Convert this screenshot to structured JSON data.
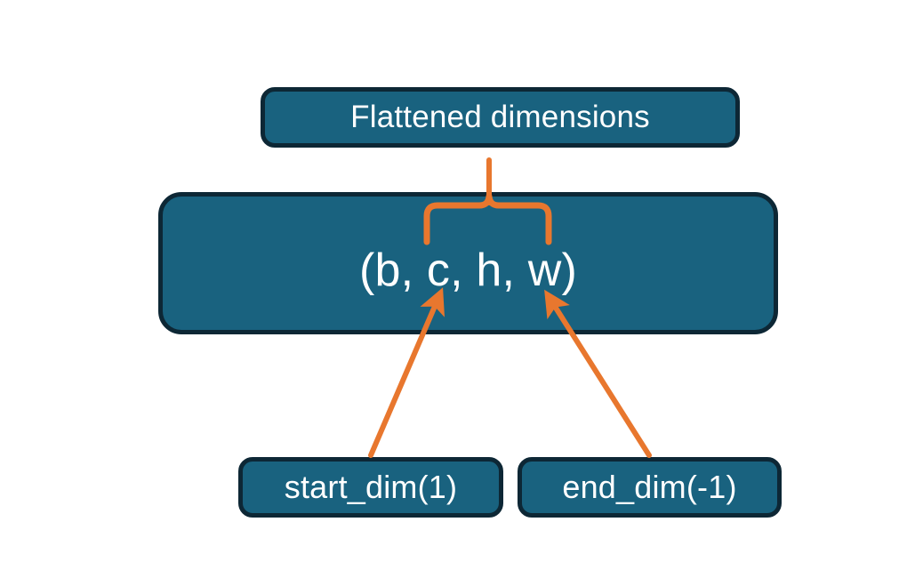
{
  "diagram": {
    "title_node": {
      "label": "Flattened dimensions"
    },
    "shape_node": {
      "label": "(b, c, h, w)",
      "dims": [
        "b",
        "c",
        "h",
        "w"
      ]
    },
    "arg_nodes": [
      {
        "label": "start_dim(1)",
        "value": 1
      },
      {
        "label": "end_dim(-1)",
        "value": -1
      }
    ],
    "connectors": [
      {
        "name": "flattened-dims-brace",
        "kind": "curly-brace",
        "from": "shape_node.dims[1..3]",
        "to": "title_node"
      },
      {
        "name": "start-dim-arrow",
        "kind": "arrow",
        "from": "arg_nodes[0]",
        "to": "shape_node.dims[1]"
      },
      {
        "name": "end-dim-arrow",
        "kind": "arrow",
        "from": "arg_nodes[1]",
        "to": "shape_node.dims[3]"
      }
    ],
    "colors": {
      "box_fill": "#19627f",
      "box_border": "#0d2735",
      "box_text": "#ffffff",
      "connector": "#e8772e",
      "background": "#ffffff"
    }
  }
}
